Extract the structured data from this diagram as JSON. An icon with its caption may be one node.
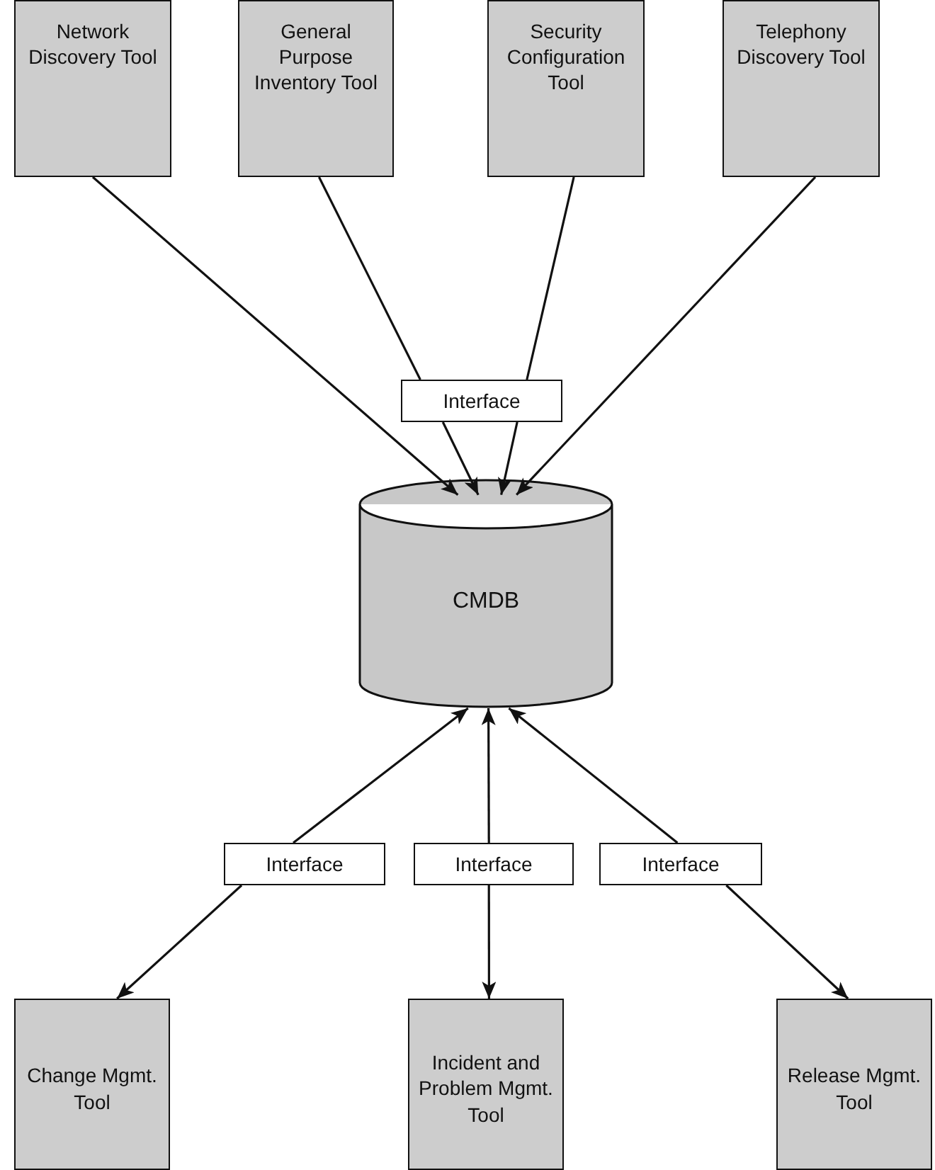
{
  "diagram": {
    "nodes": [
      {
        "text": [
          "Network Discovery Tool"
        ]
      },
      {
        "text": [
          "General Purpose Inventory Tool"
        ]
      },
      {
        "text": [
          "Security Configuration Tool"
        ]
      },
      {
        "text": [
          "Telephony Discovery Tool"
        ]
      },
      {
        "text": [
          "Interface"
        ]
      },
      {
        "text": [
          "CMDB"
        ]
      },
      {
        "text": [
          "Interface"
        ]
      },
      {
        "text": [
          "Interface"
        ]
      },
      {
        "text": [
          "Interface"
        ]
      },
      {
        "text": [
          "Change Mgmt. Tool"
        ]
      },
      {
        "text": [
          "Incident and Problem Mgmt. Tool"
        ]
      },
      {
        "text": [
          "Release Mgmt. Tool"
        ]
      }
    ],
    "edges": [
      {
        "from": 0,
        "to": 5,
        "arrow": "to"
      },
      {
        "from": 1,
        "to": 4,
        "arrow": "none"
      },
      {
        "from": 2,
        "to": 4,
        "arrow": "none"
      },
      {
        "from": 4,
        "to": 5,
        "arrow": "to"
      },
      {
        "from": 4,
        "to": 5,
        "arrow": "to"
      },
      {
        "from": 3,
        "to": 5,
        "arrow": "to"
      },
      {
        "from": 6,
        "to": 5,
        "arrow": "to"
      },
      {
        "from": 7,
        "to": 5,
        "arrow": "to"
      },
      {
        "from": 8,
        "to": 5,
        "arrow": "to"
      },
      {
        "from": 6,
        "to": 9,
        "arrow": "to"
      },
      {
        "from": 7,
        "to": 10,
        "arrow": "to"
      },
      {
        "from": 8,
        "to": 11,
        "arrow": "to"
      }
    ]
  }
}
